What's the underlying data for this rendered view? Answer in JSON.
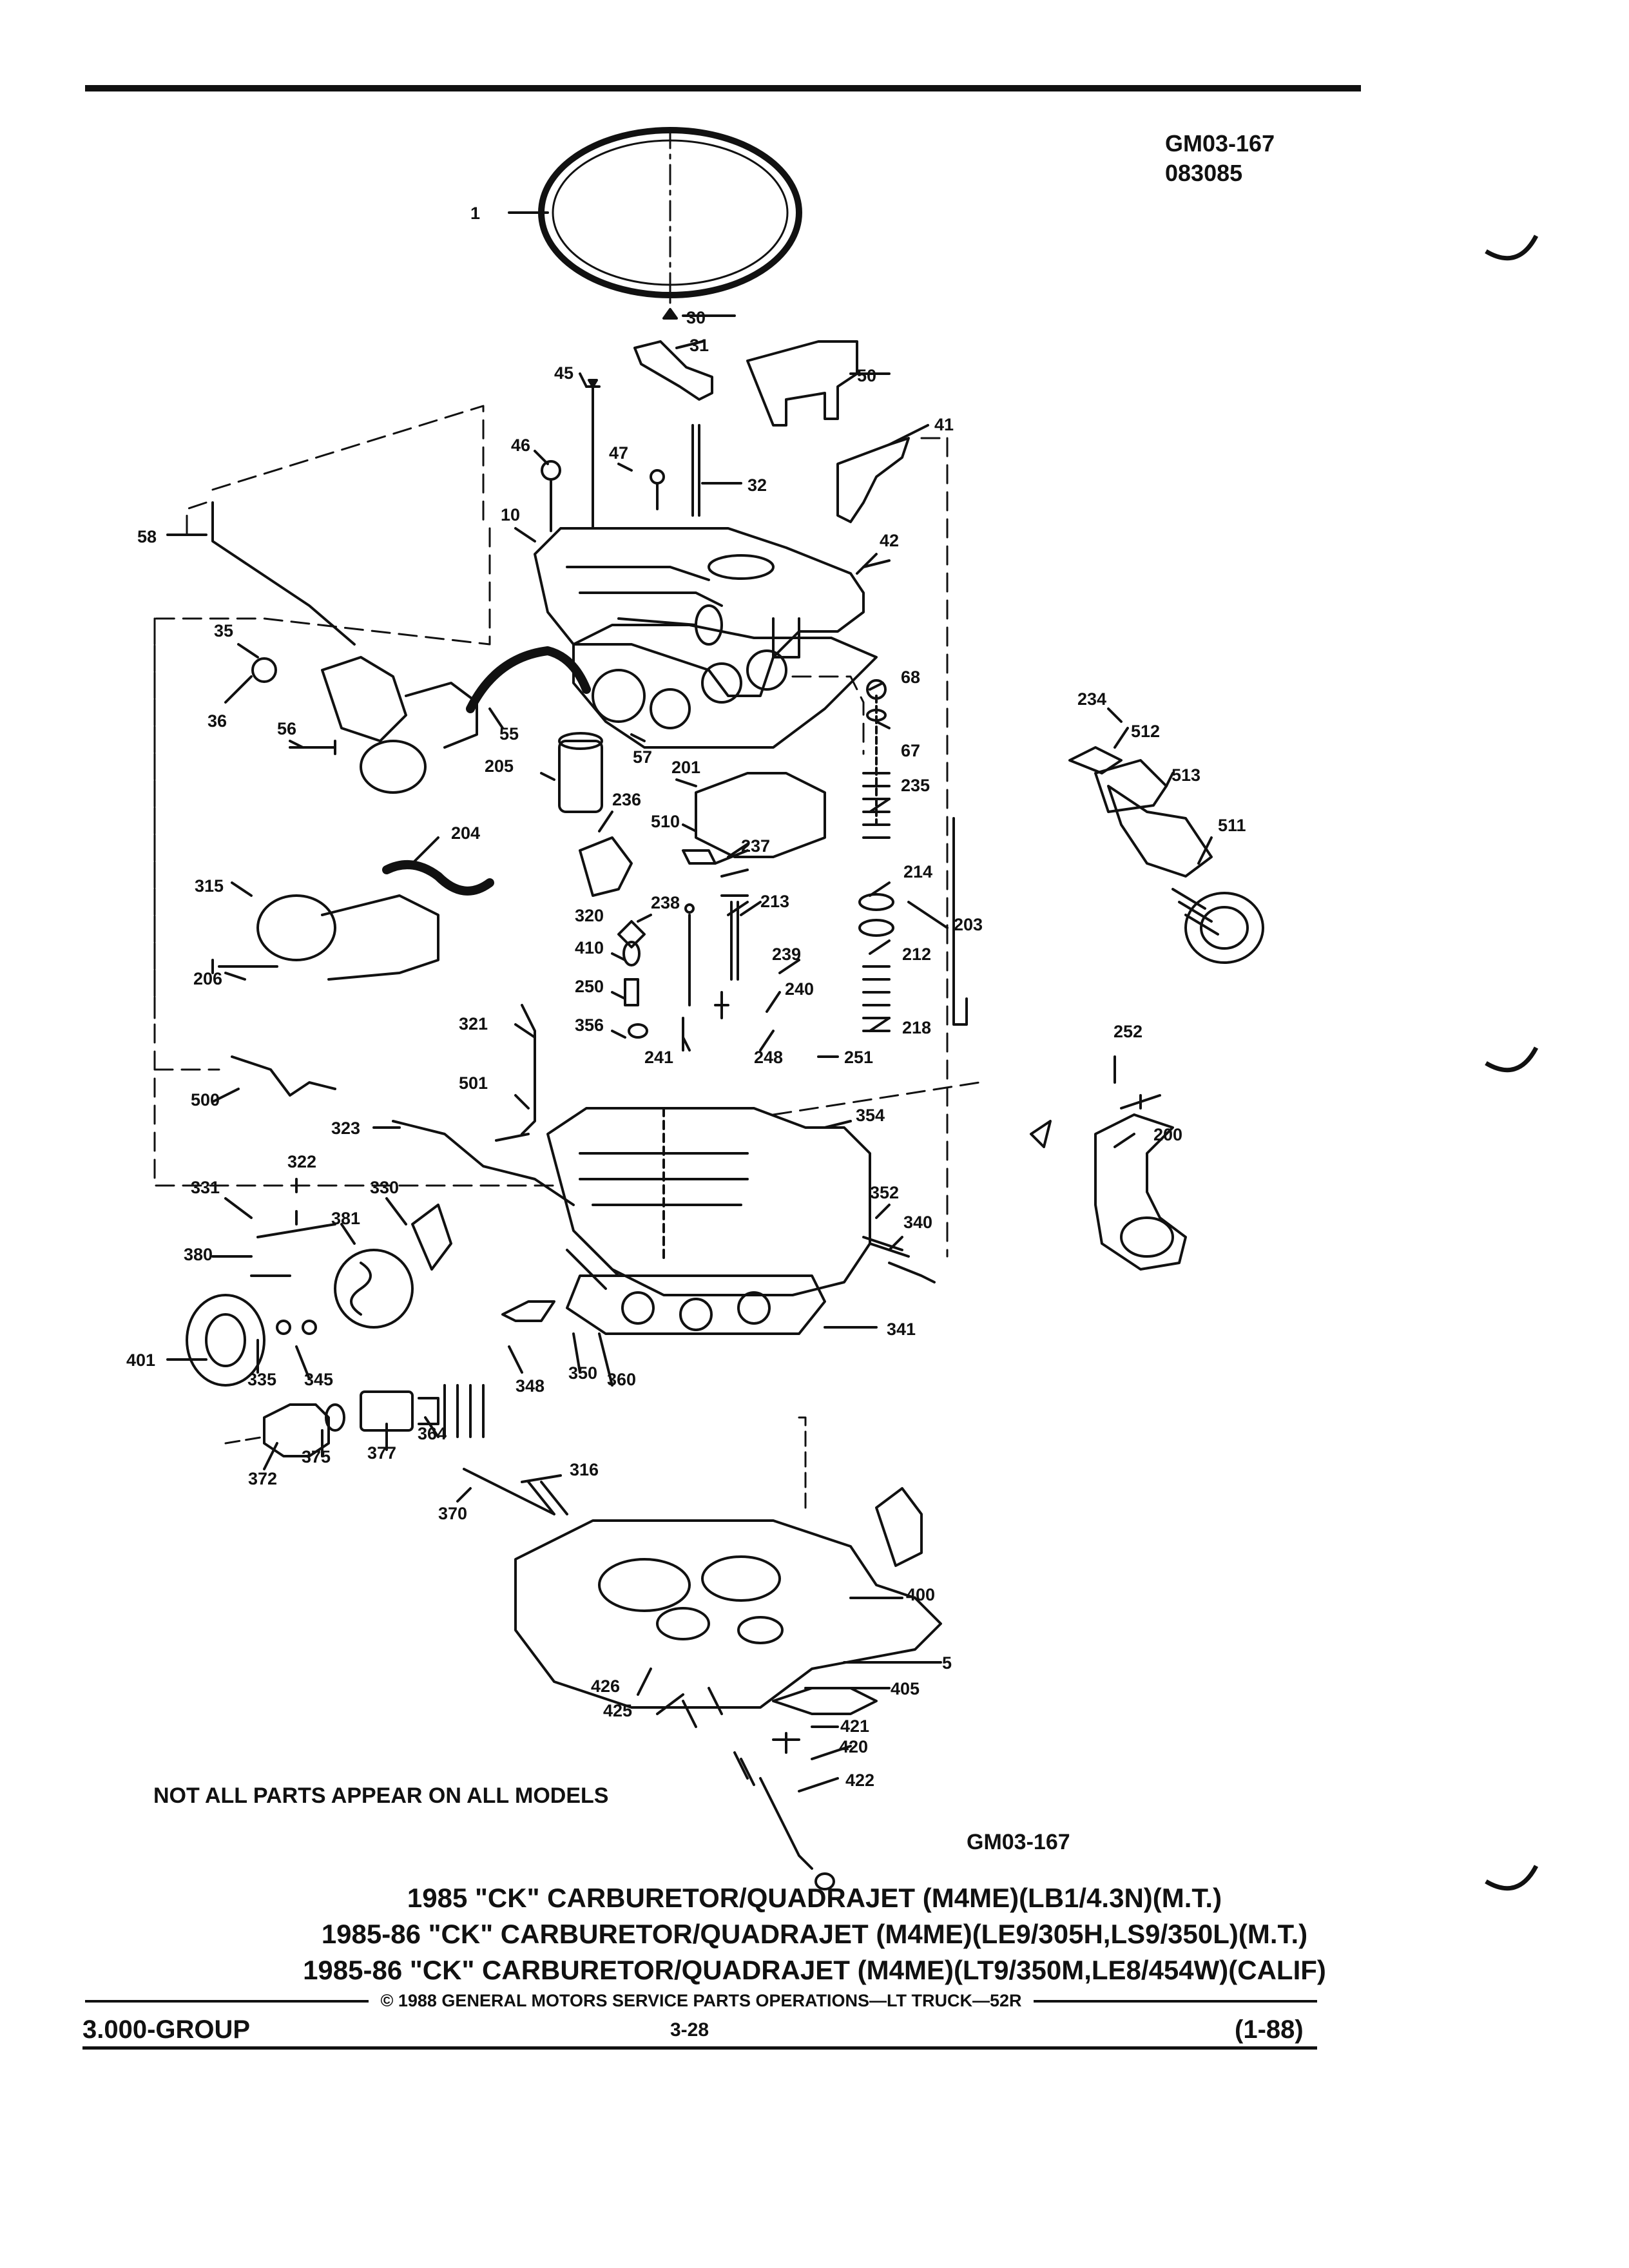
{
  "header": {
    "ref_code": "GM03-167",
    "ref_date": "083085"
  },
  "callouts": [
    "1",
    "30",
    "31",
    "50",
    "45",
    "41",
    "46",
    "47",
    "32",
    "10",
    "58",
    "42",
    "35",
    "68",
    "36",
    "67",
    "56",
    "55",
    "57",
    "201",
    "235",
    "205",
    "234",
    "512",
    "513",
    "511",
    "510",
    "236",
    "237",
    "214",
    "204",
    "315",
    "320",
    "238",
    "213",
    "212",
    "203",
    "410",
    "239",
    "250",
    "240",
    "218",
    "206",
    "321",
    "356",
    "241",
    "248",
    "251",
    "252",
    "501",
    "354",
    "200",
    "500",
    "323",
    "322",
    "331",
    "330",
    "352",
    "381",
    "340",
    "380",
    "341",
    "401",
    "335",
    "345",
    "348",
    "350",
    "360",
    "364",
    "377",
    "375",
    "372",
    "370",
    "316",
    "400",
    "5",
    "426",
    "405",
    "425",
    "421",
    "420",
    "422"
  ],
  "diagram_note": "NOT ALL PARTS APPEAR ON ALL MODELS",
  "figure_id": "GM03-167",
  "titles": [
    "1985 \"CK\" CARBURETOR/QUADRAJET (M4ME)(LB1/4.3N)(M.T.)",
    "1985-86 \"CK\" CARBURETOR/QUADRAJET (M4ME)(LE9/305H,LS9/350L)(M.T.)",
    "1985-86 \"CK\" CARBURETOR/QUADRAJET (M4ME)(LT9/350M,LE8/454W)(CALIF)"
  ],
  "footer": {
    "copyright": "© 1988 GENERAL MOTORS SERVICE PARTS OPERATIONS—LT TRUCK—52R",
    "group": "3.000-GROUP",
    "page": "3-28",
    "revision": "(1-88)"
  }
}
